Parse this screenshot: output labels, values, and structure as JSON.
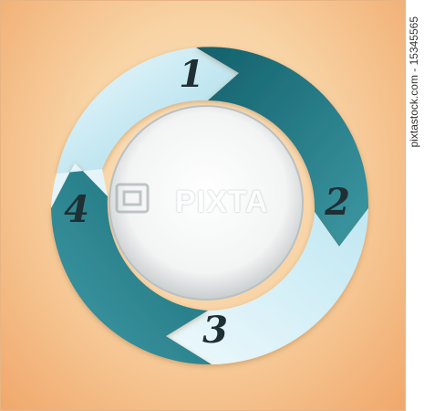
{
  "steps": [
    {
      "label": "1"
    },
    {
      "label": "2"
    },
    {
      "label": "3"
    },
    {
      "label": "4"
    }
  ],
  "watermark": {
    "text": "PIXTA"
  },
  "credit": {
    "text": "pixtastock.com - 15345565"
  },
  "colors": {
    "background_center": "#fbe3c2",
    "background_edge": "#f0a76a",
    "teal_dark": "#1e6e78",
    "teal_light": "#3a9aa6",
    "sky_light": "#dff3fa",
    "sky_mid": "#a6dcea",
    "label": "#1f2f33"
  },
  "icons": {
    "watermark_logo": "pixta-logo-icon"
  }
}
